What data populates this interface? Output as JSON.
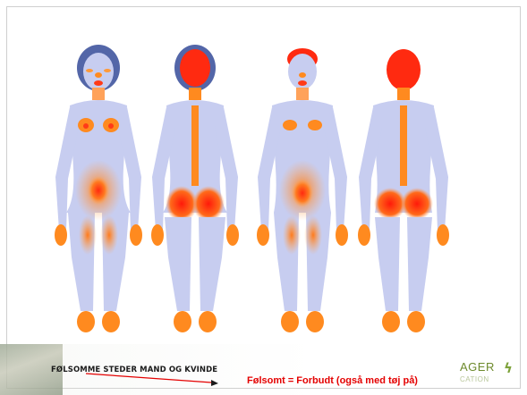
{
  "slide": {
    "caption": "FØLSOMME STEDER MAND OG KVINDE",
    "note": "Følsomt = Forbudt (også med tøj på)",
    "brand": {
      "word": "AGER",
      "sub": "CATION",
      "icon": "spiral-icon"
    }
  },
  "figures": [
    {
      "label": "woman-front"
    },
    {
      "label": "woman-back"
    },
    {
      "label": "man-front"
    },
    {
      "label": "man-back"
    }
  ],
  "colors": {
    "body": "#c7cdf0",
    "sensitive": "#ff8a1f",
    "very_sensitive": "#ff3a18",
    "hair": "#5366a8",
    "note": "#e40000",
    "brand": "#6d8a2c"
  }
}
